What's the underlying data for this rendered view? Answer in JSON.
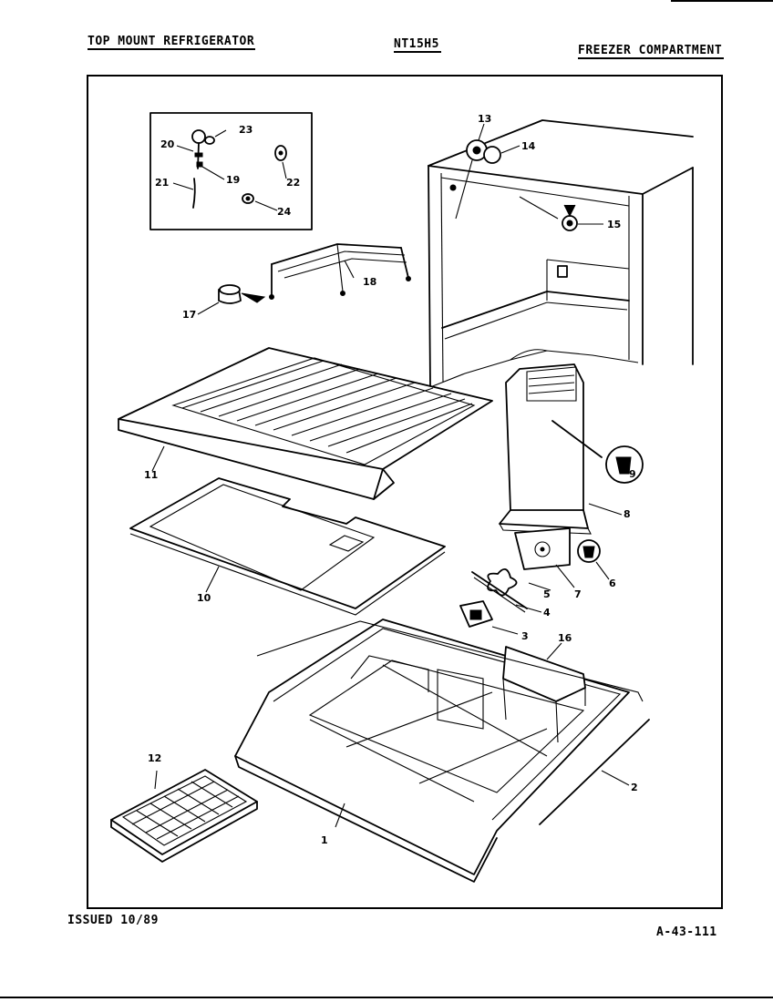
{
  "header": {
    "left_title": "TOP MOUNT REFRIGERATOR",
    "model": "NT15H5",
    "right_title": "FREEZER COMPARTMENT"
  },
  "footer": {
    "issued": "ISSUED 10/89",
    "page_code": "A-43-111"
  },
  "callouts": [
    "1",
    "2",
    "3",
    "4",
    "5",
    "6",
    "7",
    "8",
    "9",
    "10",
    "11",
    "12",
    "13",
    "14",
    "15",
    "16",
    "17",
    "18",
    "19",
    "20",
    "21",
    "22",
    "23",
    "24"
  ]
}
